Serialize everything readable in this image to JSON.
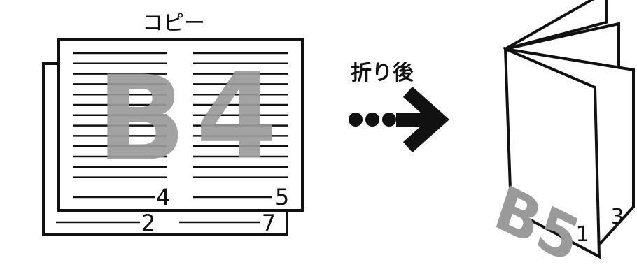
{
  "copy_label": "コピー",
  "after_fold_label": "折り後",
  "source_sheet": {
    "size_label_left": "B",
    "size_label_right": "4",
    "page_numbers": {
      "front_left": "4",
      "front_right": "5",
      "back_left": "2",
      "back_right": "7"
    }
  },
  "booklet": {
    "size_label": "B5",
    "page_numbers": {
      "front": "1",
      "back": "3"
    }
  },
  "colors": {
    "ink": "#111111",
    "watermark": "#9a9a9a",
    "paper": "#ffffff"
  },
  "icons": {
    "dots": "three-dots-icon",
    "arrow": "right-arrow-icon"
  }
}
